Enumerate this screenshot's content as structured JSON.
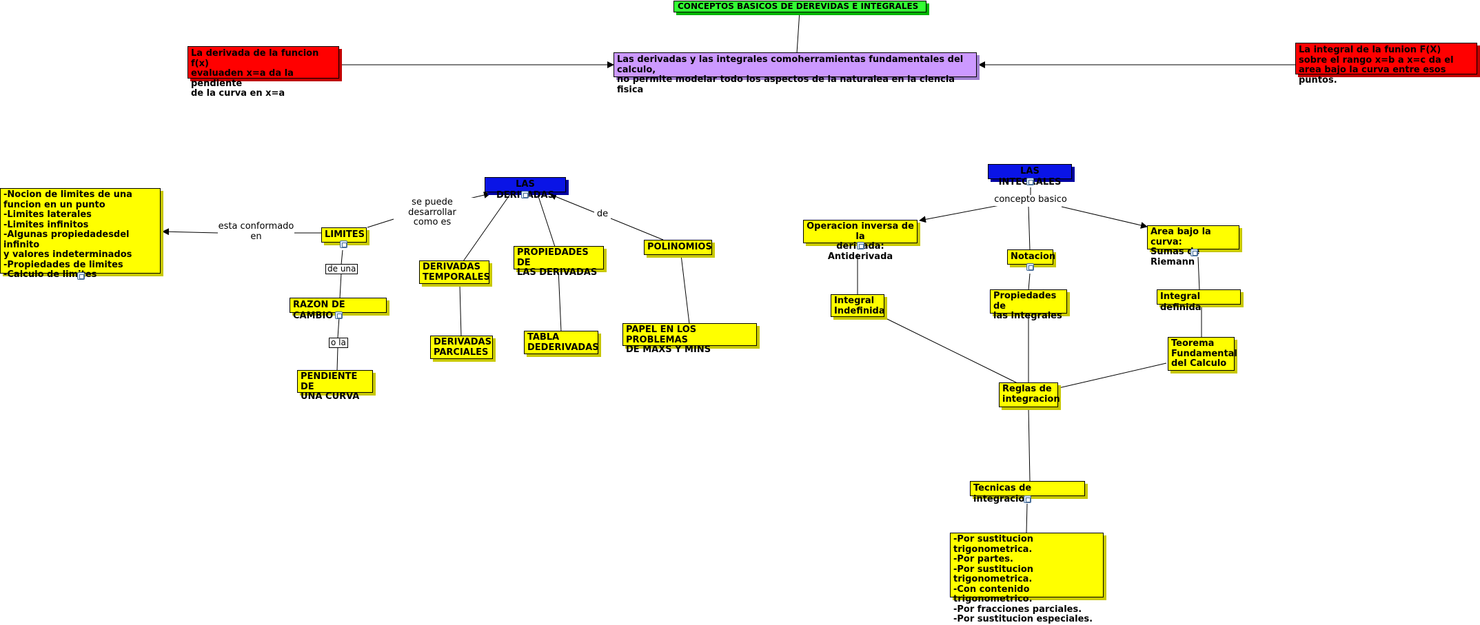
{
  "map": {
    "title": "CONCEPTOS BASICOS DE DEREVIDAS E INTEGRALES",
    "central": "Las derivadas y las integrales comoherramientas fundamentales del calculo,\nno permite modelar todo los aspectos de la naturalea en la ciencia fisica",
    "derivative_def": "La derivada de la funcion f(x)\nevaluaden x=a da la pendiente\nde la curva en x=a",
    "integral_def": "La integral de la funion F(X)\nsobre el rango x=b a x=c da el\narea bajo la curva entre esos puntos.",
    "derivadas": {
      "title": "LAS DERIVADAS",
      "link_develop": "se puede desarrollar\ncomo es",
      "link_de": "de",
      "limites": "LIMITES",
      "link_conformado": "esta conformado\nen",
      "limites_list": "-Nocion de limites de una\n funcion en un punto\n-Limites laterales\n-Limites infinitos\n-Algunas propiedadesdel infinito\n y valores indeterminados\n-Propiedades de limites\n-Calculo de limites",
      "link_de_una": "de una",
      "razon": "RAZON DE CAMBIO",
      "link_o_la": "o la",
      "pendiente": "PENDIENTE DE\nUNA CURVA",
      "temporales": "DERIVADAS\nTEMPORALES",
      "parciales": "DERIVADAS\nPARCIALES",
      "propiedades": "PROPIEDADES DE\nLAS DERIVADAS",
      "tabla": "TABLA\nDEDERIVADAS",
      "polinomios": "POLINOMIOS",
      "papel": "PAPEL EN LOS PROBLEMAS\nDE MAXS Y MINS"
    },
    "integrales": {
      "title": "LAS INTEGRALES",
      "link_concepto": "concepto basico",
      "antiderivada": "Operacion inversa de la\nderivada: Antiderivada",
      "indefinida": "Integral\nIndefinida",
      "notacion": "Notacion",
      "propiedades": "Propiedades de\nlas integrales",
      "area": "Area bajo la curva:\nSumas de Riemann",
      "definida": "Integral definida",
      "teorema": "Teorema\nFundamental\ndel Calculo",
      "reglas": "Reglas de\nintegracion",
      "tecnicas": "Tecnicas de integracion",
      "tecnicas_list": "-Por sustitucion trigonometrica.\n-Por partes.\n-Por sustitucion trigonometrica.\n-Con contenido trigonometrico.\n-Por fracciones parciales.\n-Por sustitucion especiales."
    }
  },
  "colors": {
    "node_yellow": "#ffff00",
    "node_red": "#ff0000",
    "node_green": "#33ff33",
    "node_purple": "#cc99ff",
    "node_blue": "#0a14e6",
    "line": "#000000"
  },
  "icons": [
    "attachment-icon"
  ]
}
